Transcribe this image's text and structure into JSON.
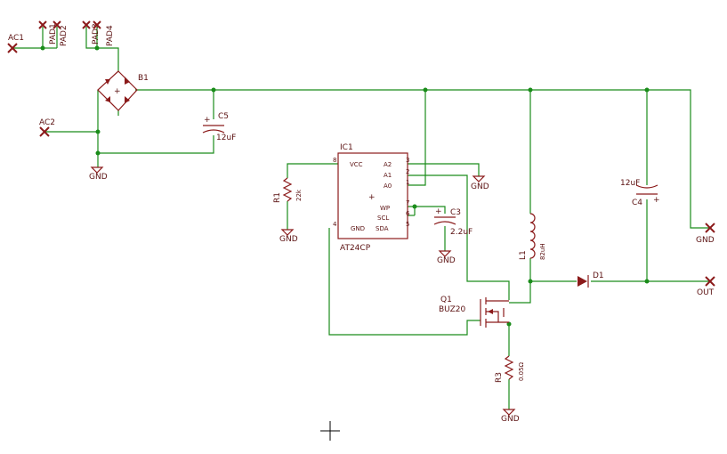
{
  "components": {
    "pad1": "PAD1",
    "pad2": "PAD2",
    "pad3": "PAD3",
    "pad4": "PAD4",
    "ac1": "AC1",
    "ac2": "AC2",
    "b1": "B1",
    "c5_name": "C5",
    "c5_value": "12uF",
    "gnd": "GND",
    "ic1_name": "IC1",
    "ic1_part": "AT24CP",
    "ic_pins": {
      "vcc": "VCC",
      "a2": "A2",
      "a1": "A1",
      "a0": "A0",
      "wp": "WP",
      "scl": "SCL",
      "sda": "SDA",
      "gnd": "GND",
      "p8": "8",
      "p3": "3",
      "p2": "2",
      "p1": "1",
      "p7": "7",
      "p6": "6",
      "p5": "5",
      "p4": "4"
    },
    "r1_name": "R1",
    "r1_value": "22k",
    "c3_name": "C3",
    "c3_value": "2.2uF",
    "l1_name": "L1",
    "l1_value": "82uH",
    "d1_name": "D1",
    "c4_name": "C4",
    "c4_value": "12uF",
    "q1_name": "Q1",
    "q1_part": "BUZ20",
    "r3_name": "R3",
    "r3_value": "0.05Ω",
    "out": "OUT"
  }
}
